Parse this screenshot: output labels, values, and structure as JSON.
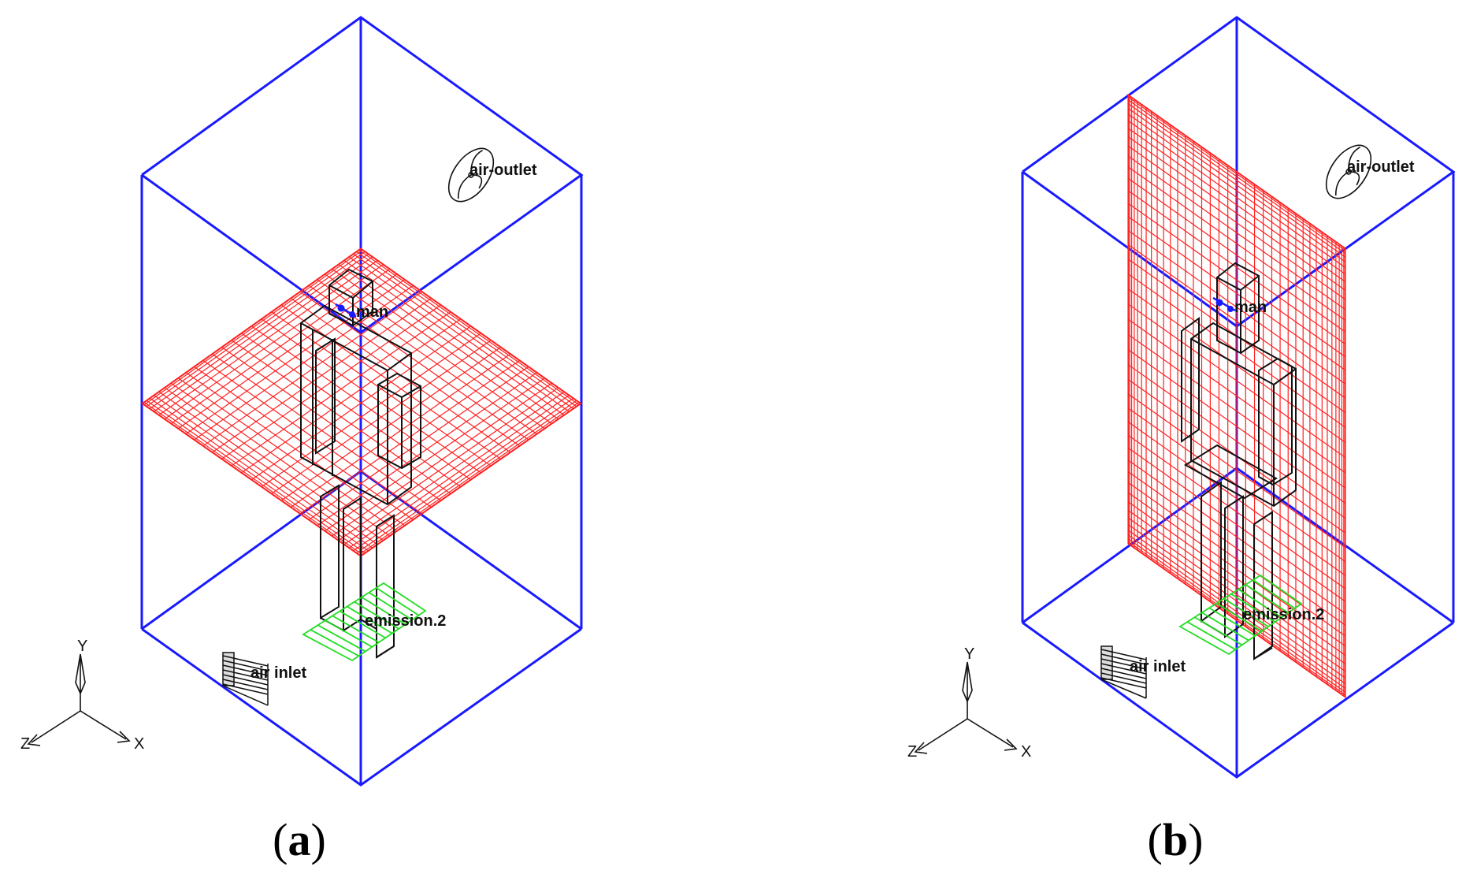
{
  "panels": [
    {
      "id": "a",
      "caption_open": "(",
      "caption_letter": "a",
      "caption_close": ")",
      "labels": {
        "air_outlet": "air-outlet",
        "man": "man",
        "emission": "emission.2",
        "air_inlet": "air inlet"
      },
      "axes": {
        "y": "Y",
        "x": "X",
        "z": "Z"
      }
    },
    {
      "id": "b",
      "caption_open": "(",
      "caption_letter": "b",
      "caption_close": ")",
      "labels": {
        "air_outlet": "air-outlet",
        "man": "man",
        "emission": "emission.2",
        "air_inlet": "air inlet"
      },
      "axes": {
        "y": "Y",
        "x": "X",
        "z": "Z"
      }
    }
  ],
  "colors": {
    "room_box": "#1a1aff",
    "mesh": "#ff2020",
    "geometry": "#111111",
    "emission": "#22dd22",
    "man_marker": "#1a1aff"
  },
  "icons": [
    "fan-icon",
    "vent-grille-icon",
    "axis-triad-icon"
  ]
}
